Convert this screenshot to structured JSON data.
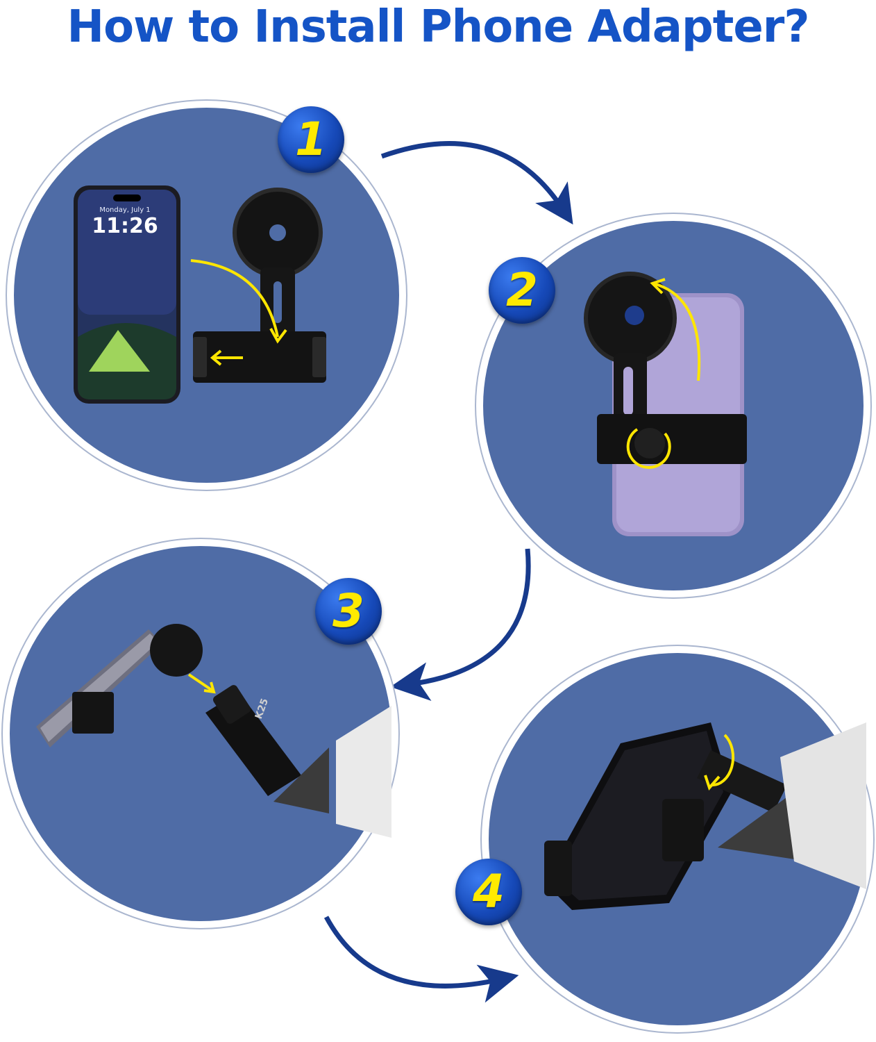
{
  "title": "How to Install Phone Adapter?",
  "colors": {
    "title": "#1554c6",
    "circle_fill": "#4f6ca6",
    "badge": "#1649b8",
    "badge_number": "#ffea00",
    "flow_arrow": "#173a8c",
    "hint_arrow": "#ffe600"
  },
  "steps": [
    {
      "number": "1",
      "phone_screen": {
        "date": "Monday, July 1",
        "time": "11:26"
      }
    },
    {
      "number": "2"
    },
    {
      "number": "3",
      "eyepiece_marking": "K25"
    },
    {
      "number": "4"
    }
  ]
}
